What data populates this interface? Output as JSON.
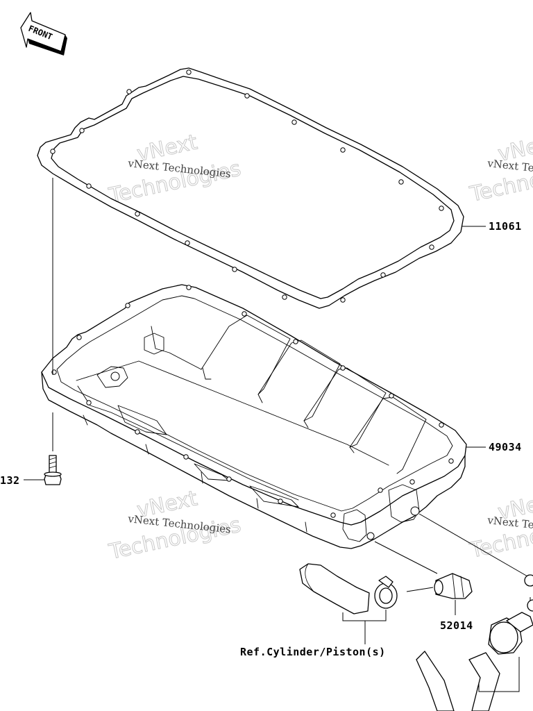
{
  "front_marker": {
    "text": "FRONT"
  },
  "watermark": {
    "brand_line1": "vNext",
    "brand_line2": "Technologies",
    "small_text": "vNext Technologies"
  },
  "parts": {
    "gasket": {
      "number": "11061"
    },
    "oil_pan": {
      "number": "49034"
    },
    "bolt": {
      "number": "132"
    },
    "fitting": {
      "number": "52014"
    }
  },
  "reference": {
    "text": "Ref.Cylinder/Piston(s)"
  }
}
